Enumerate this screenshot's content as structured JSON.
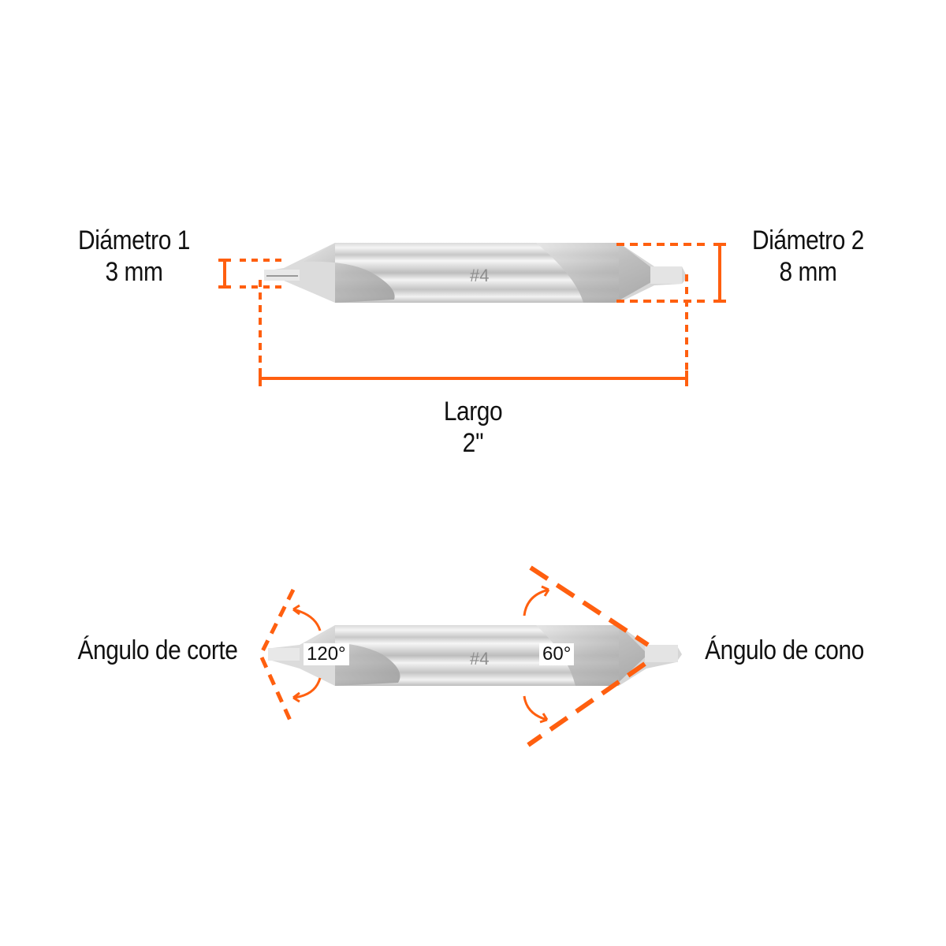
{
  "diagram": {
    "accent_color": "#ff5f0f",
    "top_view": {
      "diameter_1": {
        "title": "Diámetro 1",
        "value": "3 mm"
      },
      "diameter_2": {
        "title": "Diámetro 2",
        "value": "8 mm"
      },
      "length": {
        "title": "Largo",
        "value": "2''"
      },
      "bit_marking": "#4"
    },
    "bottom_view": {
      "cutting_angle": {
        "title": "Ángulo de corte",
        "value": "120°"
      },
      "cone_angle": {
        "title": "Ángulo de cono",
        "value": "60°"
      },
      "bit_marking": "#4"
    }
  }
}
